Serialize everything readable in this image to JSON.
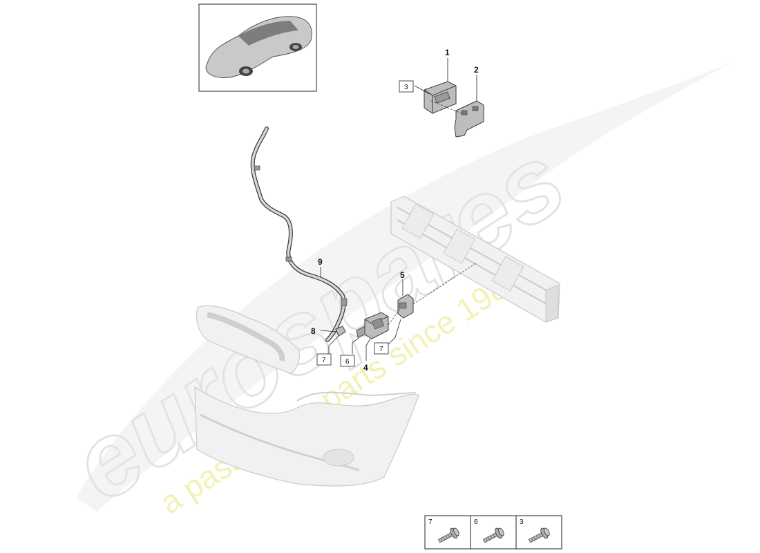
{
  "watermark": {
    "brand": "eurospares",
    "tagline": "a passion for parts since 1985"
  },
  "callouts": {
    "c1": "1",
    "c2": "2",
    "c3": "3",
    "c4": "4",
    "c5": "5",
    "c6": "6",
    "c7a": "7",
    "c7b": "7",
    "c8": "8",
    "c9": "9"
  },
  "legend": {
    "cell1": "7",
    "cell2": "6",
    "cell3": "3"
  },
  "colors": {
    "watermark_grey": "#e6e6e6",
    "watermark_yellow": "#f2f2b0",
    "part_grey": "#bdbdbd",
    "outline": "#3a3a3a"
  },
  "icons": [
    "car-thumbnail",
    "control-unit",
    "mounting-bracket",
    "radar-sensor",
    "sensor-bracket",
    "wiring-harness",
    "bumper-cover",
    "bumper-carrier",
    "screw"
  ]
}
